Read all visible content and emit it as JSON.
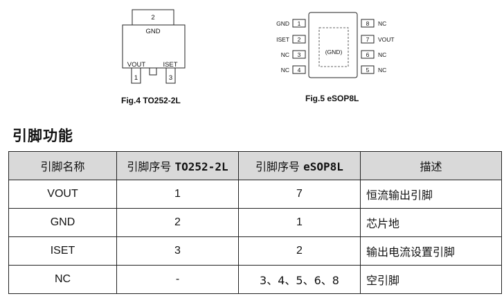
{
  "to252": {
    "tab_pin": "2",
    "body_label": "GND",
    "left_label": "VOUT",
    "right_label": "ISET",
    "left_pin": "1",
    "right_pin": "3",
    "caption": "Fig.4 TO252-2L"
  },
  "esop8": {
    "left_pins": [
      {
        "name": "GND",
        "num": "1"
      },
      {
        "name": "ISET",
        "num": "2"
      },
      {
        "name": "NC",
        "num": "3"
      },
      {
        "name": "NC",
        "num": "4"
      }
    ],
    "right_pins": [
      {
        "num": "8",
        "name": "NC"
      },
      {
        "num": "7",
        "name": "VOUT"
      },
      {
        "num": "6",
        "name": "NC"
      },
      {
        "num": "5",
        "name": "NC"
      }
    ],
    "pad_label": "(GND)",
    "caption": "Fig.5 eSOP8L"
  },
  "section_title": "引脚功能",
  "table": {
    "headers": {
      "name": "引脚名称",
      "to252_prefix": "引脚序号 ",
      "to252_model": "TO252-2L",
      "esop_prefix": "引脚序号 ",
      "esop_model": "eSOP8L",
      "desc": "描述"
    },
    "rows": [
      {
        "name": "VOUT",
        "to252": "1",
        "esop": "7",
        "desc": "恒流输出引脚"
      },
      {
        "name": "GND",
        "to252": "2",
        "esop": "1",
        "desc": "芯片地"
      },
      {
        "name": "ISET",
        "to252": "3",
        "esop": "2",
        "desc": "输出电流设置引脚"
      },
      {
        "name": "NC",
        "to252": "-",
        "esop": "3、4、5、6、8",
        "desc": "空引脚"
      }
    ]
  }
}
